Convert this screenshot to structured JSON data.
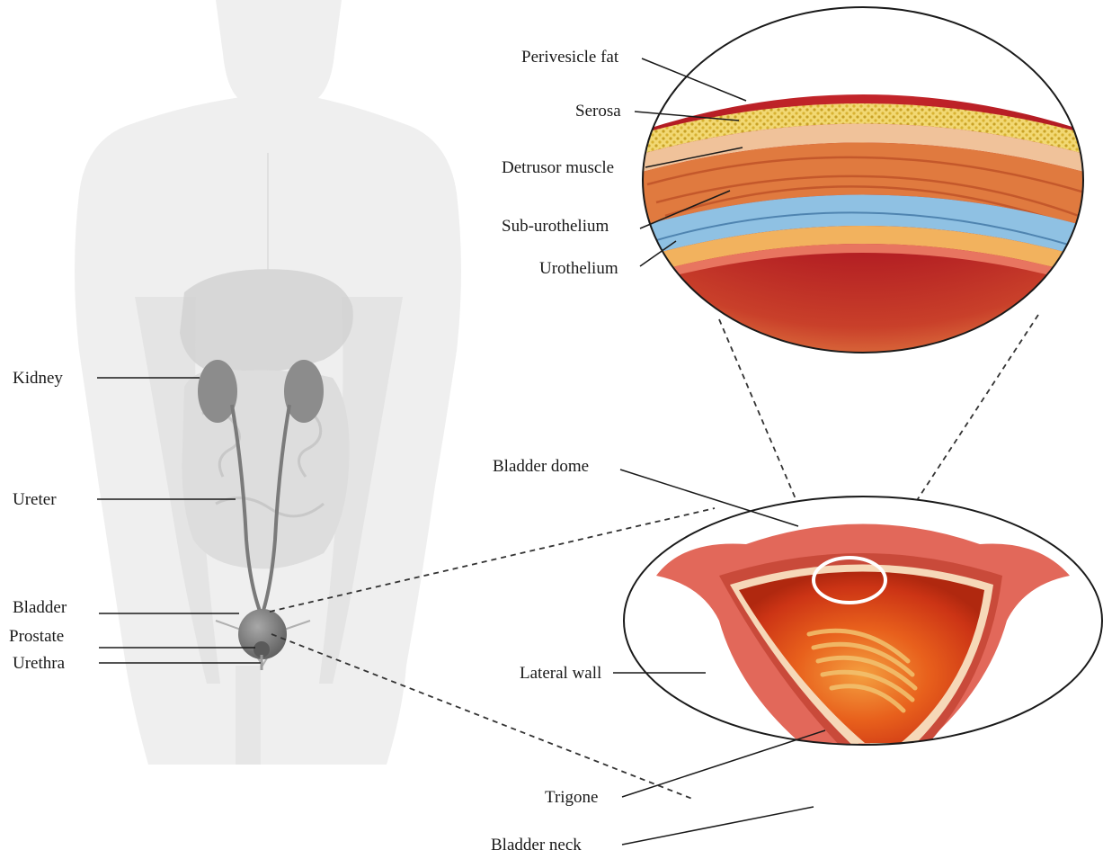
{
  "body_labels": {
    "kidney": "Kidney",
    "ureter": "Ureter",
    "bladder": "Bladder",
    "prostate": "Prostate",
    "urethra": "Urethra"
  },
  "wall_labels": {
    "perivesicle_fat": "Perivesicle fat",
    "serosa": "Serosa",
    "detrusor_muscle": "Detrusor muscle",
    "sub_urothelium": "Sub-urothelium",
    "urothelium": "Urothelium"
  },
  "bladder_labels": {
    "bladder_dome": "Bladder dome",
    "lateral_wall": "Lateral wall",
    "trigone": "Trigone",
    "bladder_neck": "Bladder neck"
  },
  "colors": {
    "body_fill": "#efefef",
    "organ_gray": "#8a8a8a",
    "fat_yellow": "#e6c34a",
    "serosa_peach": "#f0c29a",
    "detrusor_orange": "#e07a3f",
    "suburothelium_blue": "#8fc1e3",
    "urothelium_gold": "#f2b25e",
    "lumen_red": "#b61a22",
    "bladder_wall": "#e2685a",
    "bladder_inner": "#e0461e"
  }
}
